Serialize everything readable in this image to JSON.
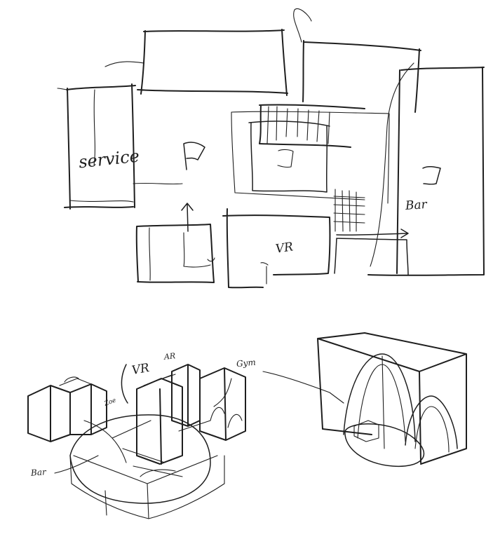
{
  "labels": {
    "plan_service": "service",
    "plan_bar": "Bar",
    "plan_vr": "VR",
    "iso_vr": "VR",
    "iso_ar": "AR",
    "iso_gym": "Gym",
    "iso_bar": "Bar",
    "iso_small": "Zoe"
  },
  "colors": {
    "ink": "#1e1e1e",
    "paper": "#ffffff"
  }
}
